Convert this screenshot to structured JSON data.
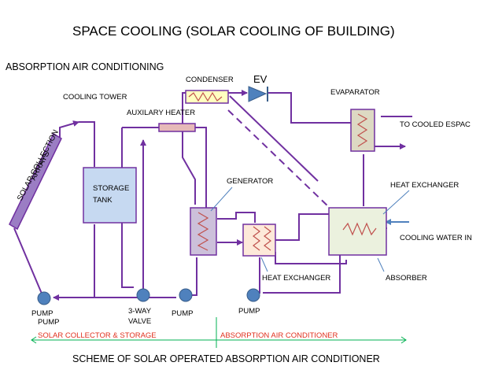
{
  "diagram": {
    "title": "SPACE COOLING (SOLAR COOLING OF BUILDING)",
    "subtitle": "ABSORPTION AIR CONDITIONING",
    "bottom_caption": "SCHEME OF SOLAR OPERATED ABSORPTION AIR CONDITIONER",
    "labels": {
      "condenser": "CONDENSER",
      "ev": "EV",
      "evaparator": "EVAPARATOR",
      "cooling_tower": "COOLING TOWER",
      "auxilary_heater": "AUXILARY HEATER",
      "to_cooled_espac": "TO COOLED ESPAC",
      "solar_collection_line1": "SOLAR COLLECTION",
      "solar_collection_line2": "ARRAYS",
      "generator": "GENERATOR",
      "heat_exchanger_right": "HEAT EXCHANGER",
      "storage_line1": "STORAGE",
      "storage_line2": "TANK",
      "cooling_water_in": "COOLING WATER IN",
      "heat_exchanger_bottom": "HEAT EXCHANGER",
      "absorber": "ABSORBER",
      "pump_1": "PUMP",
      "pump_1b": "PUMP",
      "three_way_line1": "3-WAY",
      "three_way_line2": "VALVE",
      "pump_2": "PUMP",
      "pump_3": "PUMP",
      "section_left": "SOLAR COLLECTOR & STORAGE",
      "section_right": "ABSORPTION AIR CONDITIONER"
    },
    "colors": {
      "pipe": "#7030a0",
      "pump": "#4f81bd",
      "collector": "#9b7dc4",
      "storage": "#c6d9f1",
      "generator": "#ccc0da",
      "evaporator": "#ddd9c3",
      "condenser": "#ffffc0",
      "heat_exchanger": "#fde9d9",
      "absorber": "#ebf1de",
      "heater": "#e6b9b8",
      "section_text": "#e0301e",
      "section_line": "#00b050",
      "arrow": "#4f81bd"
    }
  }
}
